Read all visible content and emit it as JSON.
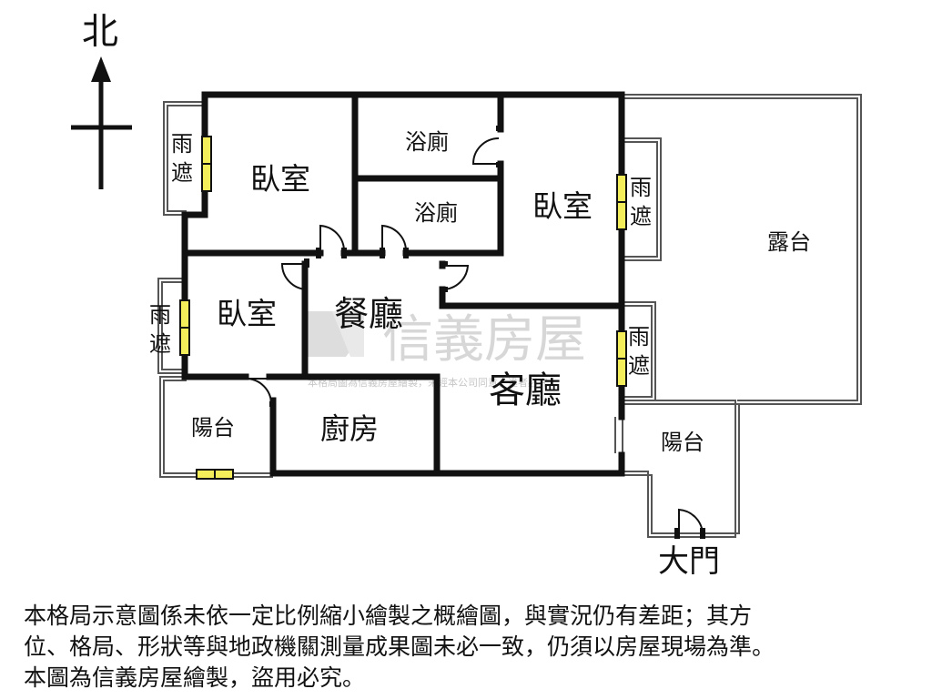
{
  "compass": {
    "north": "北"
  },
  "rooms": {
    "bedroom_nw": "臥室",
    "bath_top": "浴廁",
    "bath_mid": "浴廁",
    "bedroom_ne": "臥室",
    "bedroom_w": "臥室",
    "dining": "餐廳",
    "living": "客廳",
    "balcony_w": "陽台",
    "kitchen": "廚房",
    "balcony_e": "陽台",
    "terrace": "露台",
    "main_door": "大門"
  },
  "canopy_labels": {
    "c1": [
      "雨",
      "遮"
    ],
    "c2": [
      "雨",
      "遮"
    ],
    "c3": [
      "雨",
      "遮"
    ],
    "c4": [
      "雨",
      "遮"
    ]
  },
  "watermark": {
    "brand": "信義房屋",
    "subtext": "本格局圖為信義房屋繪製，未經本公司同意，違者必究"
  },
  "disclaimer": [
    "本格局示意圖係未依一定比例縮小繪製之概繪圖，與實況仍有差距；其方",
    "位、格局、形狀等與地政機關測量成果圖未必一致，仍須以房屋現場為準。",
    "本圖為信義房屋繪製，盜用必究。"
  ],
  "colors": {
    "wall": "#111111",
    "window": "#f3ee5a",
    "outline": "#555555",
    "watermark": "#b8b8b8"
  }
}
